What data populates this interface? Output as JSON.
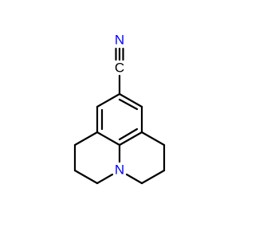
{
  "molecule": {
    "atoms": {
      "nitrile_nitrogen": {
        "symbol": "N",
        "color": "#0000ff"
      },
      "nitrile_carbon": {
        "symbol": "C",
        "color": "#000000"
      },
      "ring_nitrogen": {
        "symbol": "N",
        "color": "#0000ff"
      }
    },
    "colors": {
      "bond": "#000000",
      "nitrogen": "#0000ff"
    }
  }
}
